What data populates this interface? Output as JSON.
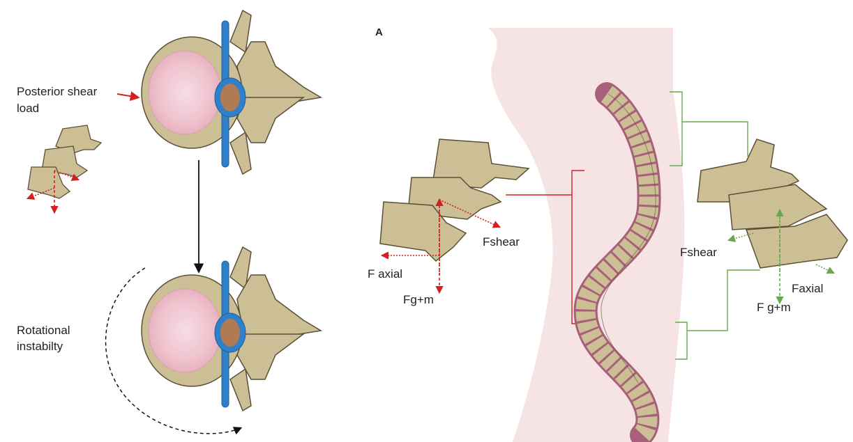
{
  "panel_letter": "A",
  "left": {
    "posterior_shear": [
      "Posterior shear",
      "load"
    ],
    "rotational": [
      "Rotational",
      "instabilty"
    ]
  },
  "middle_forces": {
    "shear": "Fshear",
    "axial": "F axial",
    "gravity": "Fg+m"
  },
  "right_forces": {
    "shear": "Fshear",
    "axial": "Faxial",
    "gravity": "F g+m"
  },
  "colors": {
    "bone": "#cdbf95",
    "bone_outline": "#5b4f36",
    "disc": "#f0c8d2",
    "cord": "#2f80c8",
    "red": "#d22020",
    "green": "#6aa84f",
    "silhouette": "#f6e4e4",
    "intervertebral": "#a8607a"
  },
  "icons": [
    "vertebra-axial-view-icon",
    "spinal-column-icon",
    "body-silhouette-icon"
  ]
}
